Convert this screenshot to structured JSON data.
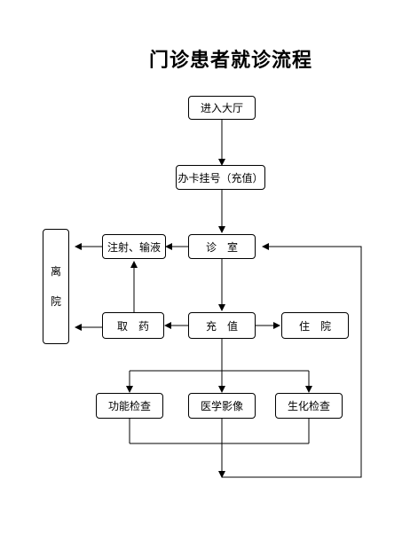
{
  "title": "门诊患者就诊流程",
  "nodes": {
    "enter_hall": "进入大厅",
    "register": "办卡挂号（充值）",
    "consult_room": "诊　室",
    "injection": "注射、输液",
    "discharge": [
      "离",
      "院"
    ],
    "get_medicine": "取　药",
    "recharge": "充　值",
    "hospitalize": "住　院",
    "function_check": "功能检查",
    "imaging": "医学影像",
    "biochem_check": "生化检查"
  }
}
